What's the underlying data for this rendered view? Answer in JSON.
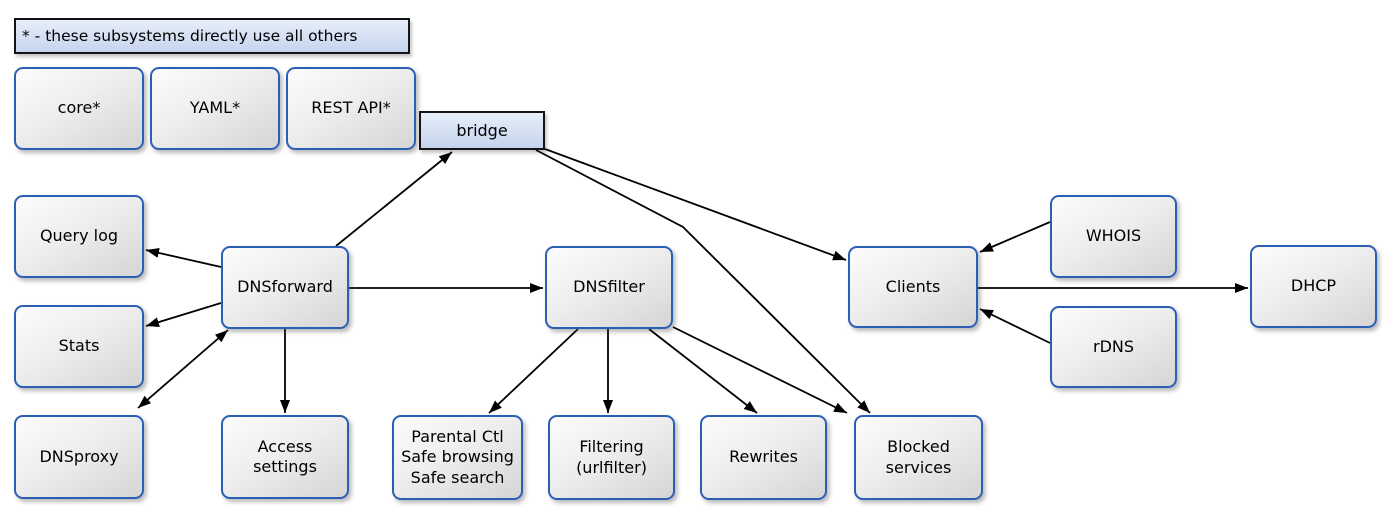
{
  "diagram": {
    "legend": {
      "text": "* - these subsystems directly use all others"
    },
    "nodes": {
      "core": {
        "label": "core*"
      },
      "yaml": {
        "label": "YAML*"
      },
      "rest_api": {
        "label": "REST API*"
      },
      "bridge": {
        "label": "bridge"
      },
      "query_log": {
        "label": "Query log"
      },
      "stats": {
        "label": "Stats"
      },
      "dnsproxy": {
        "label": "DNSproxy"
      },
      "dnsforward": {
        "label": "DNSforward"
      },
      "access_settings": {
        "label": "Access\nsettings"
      },
      "dnsfilter": {
        "label": "DNSfilter"
      },
      "parental": {
        "label": "Parental Ctl\nSafe browsing\nSafe search"
      },
      "filtering": {
        "label": "Filtering\n(urlfilter)"
      },
      "rewrites": {
        "label": "Rewrites"
      },
      "blocked_services": {
        "label": "Blocked\nservices"
      },
      "clients": {
        "label": "Clients"
      },
      "whois": {
        "label": "WHOIS"
      },
      "rdns": {
        "label": "rDNS"
      },
      "dhcp": {
        "label": "DHCP"
      }
    },
    "edges": [
      {
        "from": "dnsforward",
        "to": "bridge",
        "dir": "forward"
      },
      {
        "from": "bridge",
        "to": "clients",
        "dir": "forward"
      },
      {
        "from": "bridge",
        "to": "blocked_services",
        "dir": "forward"
      },
      {
        "from": "dnsforward",
        "to": "query_log",
        "dir": "forward"
      },
      {
        "from": "dnsforward",
        "to": "stats",
        "dir": "forward"
      },
      {
        "from": "dnsforward",
        "to": "dnsproxy",
        "dir": "both"
      },
      {
        "from": "dnsforward",
        "to": "access_settings",
        "dir": "forward"
      },
      {
        "from": "dnsforward",
        "to": "dnsfilter",
        "dir": "forward"
      },
      {
        "from": "dnsfilter",
        "to": "parental",
        "dir": "forward"
      },
      {
        "from": "dnsfilter",
        "to": "filtering",
        "dir": "forward"
      },
      {
        "from": "dnsfilter",
        "to": "rewrites",
        "dir": "forward"
      },
      {
        "from": "dnsfilter",
        "to": "blocked_services",
        "dir": "forward"
      },
      {
        "from": "whois",
        "to": "clients",
        "dir": "forward"
      },
      {
        "from": "rdns",
        "to": "clients",
        "dir": "forward"
      },
      {
        "from": "clients",
        "to": "dhcp",
        "dir": "forward"
      }
    ],
    "colors": {
      "node_border": "#2b5fb4",
      "node_fill_top": "#fcfcfc",
      "node_fill_bottom": "#d5d5d5",
      "note_fill_top": "#e8eef9",
      "note_fill_bottom": "#c5d4ee",
      "note_border": "#141414",
      "edge": "#000000",
      "background": "#ffffff"
    }
  }
}
